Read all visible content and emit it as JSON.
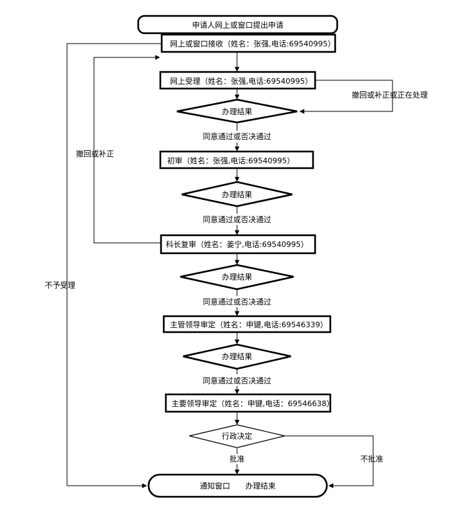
{
  "apply": {
    "label": "申请人网上或窗口提出申请"
  },
  "receive": {
    "label": "网上或窗口接收（姓名：张强,电话:69540995）"
  },
  "accept": {
    "label": "网上受理（姓名：张强,电话:69540995）"
  },
  "decision1": {
    "label": "办理结果"
  },
  "pass1": {
    "label": "同意通过或否决通过"
  },
  "review1": {
    "label": "初审（姓名：张强,电话:69540995）"
  },
  "decision2": {
    "label": "办理结果"
  },
  "pass2": {
    "label": "同意通过或否决通过"
  },
  "review2": {
    "label": "科长复审（姓名：姜宁,电话:69540995）"
  },
  "decision3": {
    "label": "办理结果"
  },
  "pass3": {
    "label": "同意通过或否决通过"
  },
  "review3": {
    "label": "主管领导审定（姓名：申键,电话:69546339）"
  },
  "decision4": {
    "label": "办理结果"
  },
  "pass4": {
    "label": "同意通过或否决通过"
  },
  "review4": {
    "label": "主要领导审定（姓名：申键,电话：69546638）"
  },
  "admin_decision": {
    "label": "行政决定"
  },
  "approve": {
    "label": "批准"
  },
  "disapprove": {
    "label": "不批准"
  },
  "notify": {
    "label": "通知窗口　　办理结束"
  },
  "withdraw_right": {
    "label": "撤回或补正或正在处理"
  },
  "withdraw_left": {
    "label": "撤回或补正"
  },
  "reject": {
    "label": "不予受理"
  }
}
